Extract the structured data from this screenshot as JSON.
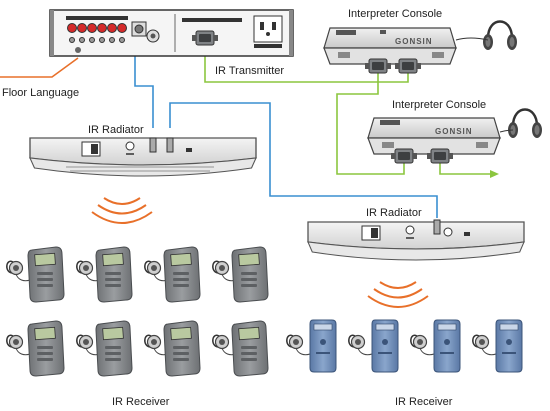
{
  "labels": {
    "ir_transmitter": "IR Transmitter",
    "floor_language": "Floor Language",
    "interpreter_console_1": "Interpreter Console",
    "interpreter_console_2": "Interpreter Console",
    "ir_radiator_1": "IR Radiator",
    "ir_radiator_2": "IR Radiator",
    "ir_receiver_1": "IR Receiver",
    "ir_receiver_2": "IR Receiver",
    "console_brand": "GONSIN"
  },
  "colors": {
    "floor_line": "#e8702a",
    "coax_line": "#3a8fd1",
    "console_line": "#8cc63f",
    "input_red": "#d42a2a",
    "receiver_body": "#8a8d90",
    "receiver_blue": "#6f8fb8"
  }
}
